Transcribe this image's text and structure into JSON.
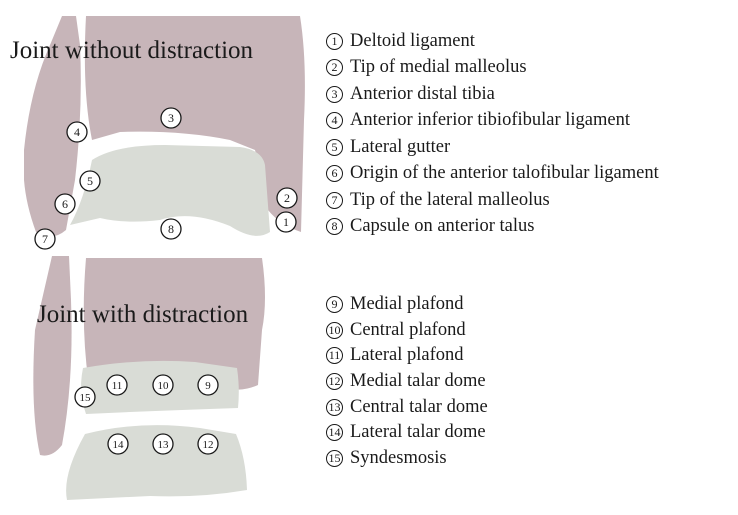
{
  "panels": {
    "top_title": "Joint without distraction",
    "bottom_title": "Joint with distraction"
  },
  "colors": {
    "bone": "#c7b5b9",
    "cartilage": "#d9dcd6",
    "marker_fill": "#ffffff",
    "stroke": "#1a1a1a"
  },
  "markers_top": [
    "1",
    "2",
    "3",
    "4",
    "5",
    "6",
    "7",
    "8"
  ],
  "markers_bottom": [
    "9",
    "10",
    "11",
    "12",
    "13",
    "14",
    "15"
  ],
  "legend_top": [
    {
      "num": "1",
      "text": "Deltoid ligament"
    },
    {
      "num": "2",
      "text": "Tip of medial malleolus"
    },
    {
      "num": "3",
      "text": "Anterior distal tibia"
    },
    {
      "num": "4",
      "text": "Anterior inferior tibiofibular ligament"
    },
    {
      "num": "5",
      "text": "Lateral gutter"
    },
    {
      "num": "6",
      "text": "Origin of the anterior talofibular ligament"
    },
    {
      "num": "7",
      "text": "Tip of the lateral malleolus"
    },
    {
      "num": "8",
      "text": "Capsule on anterior talus"
    }
  ],
  "legend_bottom": [
    {
      "num": "9",
      "text": "Medial plafond"
    },
    {
      "num": "10",
      "text": "Central plafond"
    },
    {
      "num": "11",
      "text": "Lateral plafond"
    },
    {
      "num": "12",
      "text": "Medial talar dome"
    },
    {
      "num": "13",
      "text": "Central talar dome"
    },
    {
      "num": "14",
      "text": "Lateral talar dome"
    },
    {
      "num": "15",
      "text": "Syndesmosis"
    }
  ]
}
